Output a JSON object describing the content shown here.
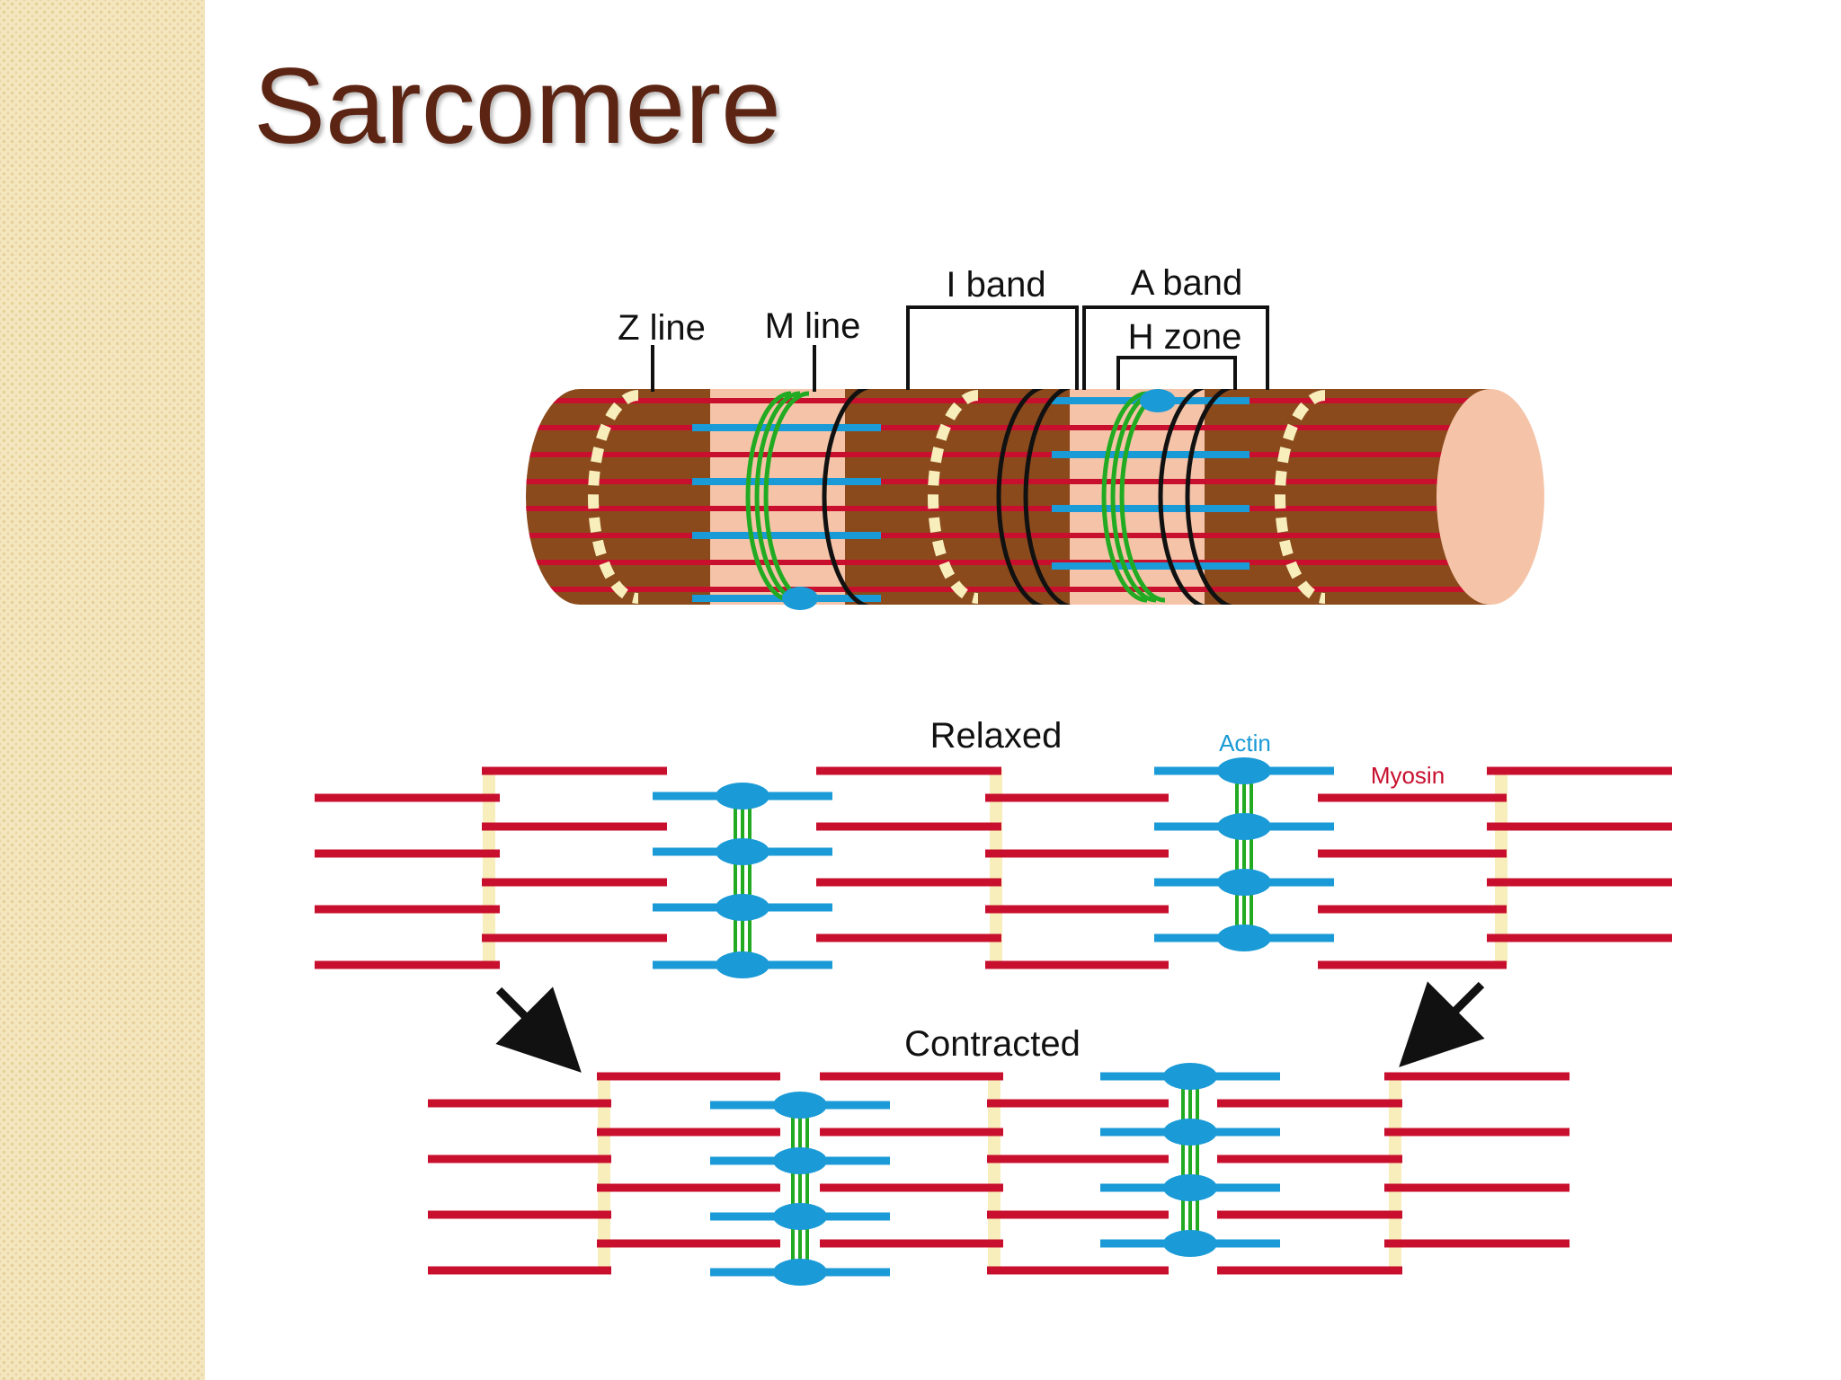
{
  "slide": {
    "title": "Sarcomere"
  },
  "diagram": {
    "labels": {
      "z_line": "Z line",
      "m_line": "M line",
      "i_band": "I band",
      "a_band": "A band",
      "h_zone": "H zone",
      "relaxed": "Relaxed",
      "contracted": "Contracted",
      "actin": "Actin",
      "myosin": "Myosin"
    },
    "colors": {
      "title": "#5c2412",
      "sidebar": "#f4e6be",
      "fiber_brown": "#8a4a1c",
      "fiber_pink": "#f5c4a8",
      "myosin_red": "#c8102e",
      "actin_blue": "#1a9ad6",
      "green_link": "#22aa22",
      "z_disc_yellow": "#f7eebb",
      "outline": "#111111"
    }
  }
}
